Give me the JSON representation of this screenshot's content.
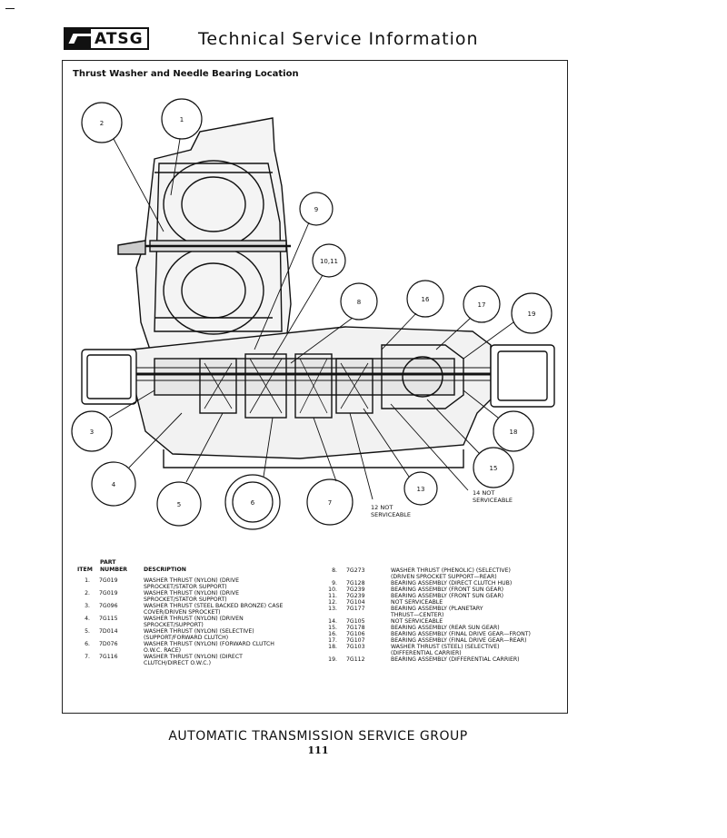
{
  "header": {
    "logo_text": "ATSG",
    "title": "Technical Service Information"
  },
  "figure": {
    "title": "Thrust Washer and Needle Bearing Location",
    "callouts": [
      "1",
      "2",
      "3",
      "4",
      "5",
      "6",
      "7",
      "8",
      "9",
      "10,11",
      "13",
      "15",
      "16",
      "17",
      "18",
      "19"
    ],
    "notes": {
      "n12": "12 NOT",
      "n12b": "SERVICEABLE",
      "n14": "14 NOT",
      "n14b": "SERVICEABLE"
    }
  },
  "table": {
    "headers": {
      "item": "ITEM",
      "part1": "PART",
      "part2": "NUMBER",
      "desc": "DESCRIPTION"
    },
    "left": [
      {
        "item": "1.",
        "part": "7G019",
        "desc": "WASHER THRUST (NYLON) (DRIVE\nSPROCKET/STATOR SUPPORT)"
      },
      {
        "item": "2.",
        "part": "7G019",
        "desc": "WASHER THRUST (NYLON) (DRIVE\nSPROCKET/STATOR SUPPORT)"
      },
      {
        "item": "3.",
        "part": "7G096",
        "desc": "WASHER THRUST (STEEL BACKED BRONZE) CASE\nCOVER/DRIVEN SPROCKET)"
      },
      {
        "item": "4.",
        "part": "7G115",
        "desc": "WASHER THRUST (NYLON) (DRIVEN\nSPROCKET/SUPPORT)"
      },
      {
        "item": "5.",
        "part": "7D014",
        "desc": "WASHER THRUST (NYLON) (SELECTIVE)\n(SUPPORT/FORWARD CLUTCH)"
      },
      {
        "item": "6.",
        "part": "7D076",
        "desc": "WASHER THRUST (NYLON) (FORWARD CLUTCH\nO.W.C. RACE)"
      },
      {
        "item": "7.",
        "part": "7G116",
        "desc": "WASHER THRUST (NYLON) (DIRECT\nCLUTCH/DIRECT O.W.C.)"
      }
    ],
    "right": [
      {
        "item": "8.",
        "part": "7G273",
        "desc": "WASHER THRUST (PHENOLIC) (SELECTIVE)\n(DRIVEN SPROCKET SUPPORT—REAR)"
      },
      {
        "item": "9.",
        "part": "7G128",
        "desc": "BEARING ASSEMBLY (DIRECT CLUTCH HUB)"
      },
      {
        "item": "10.",
        "part": "7G239",
        "desc": "BEARING ASSEMBLY (FRONT SUN GEAR)"
      },
      {
        "item": "11.",
        "part": "7G239",
        "desc": "BEARING ASSEMBLY (FRONT SUN GEAR)"
      },
      {
        "item": "12.",
        "part": "7G104",
        "desc": "NOT SERVICEABLE"
      },
      {
        "item": "13.",
        "part": "7G177",
        "desc": "BEARING ASSEMBLY (PLANETARY\nTHRUST—CENTER)"
      },
      {
        "item": "14.",
        "part": "7G105",
        "desc": "NOT SERVICEABLE"
      },
      {
        "item": "15.",
        "part": "7G178",
        "desc": "BEARING ASSEMBLY (REAR SUN GEAR)"
      },
      {
        "item": "16.",
        "part": "7G106",
        "desc": "BEARING ASSEMBLY (FINAL DRIVE GEAR—FRONT)"
      },
      {
        "item": "17.",
        "part": "7G107",
        "desc": "BEARING ASSEMBLY (FINAL DRIVE GEAR—REAR)"
      },
      {
        "item": "18.",
        "part": "7G103",
        "desc": "WASHER THRUST (STEEL) (SELECTIVE)\n(DIFFERENTIAL CARRIER)"
      },
      {
        "item": "19.",
        "part": "7G112",
        "desc": "BEARING ASSEMBLY (DIFFERENTIAL CARRIER)"
      }
    ]
  },
  "footer": {
    "org": "AUTOMATIC TRANSMISSION SERVICE GROUP",
    "page": "111"
  }
}
